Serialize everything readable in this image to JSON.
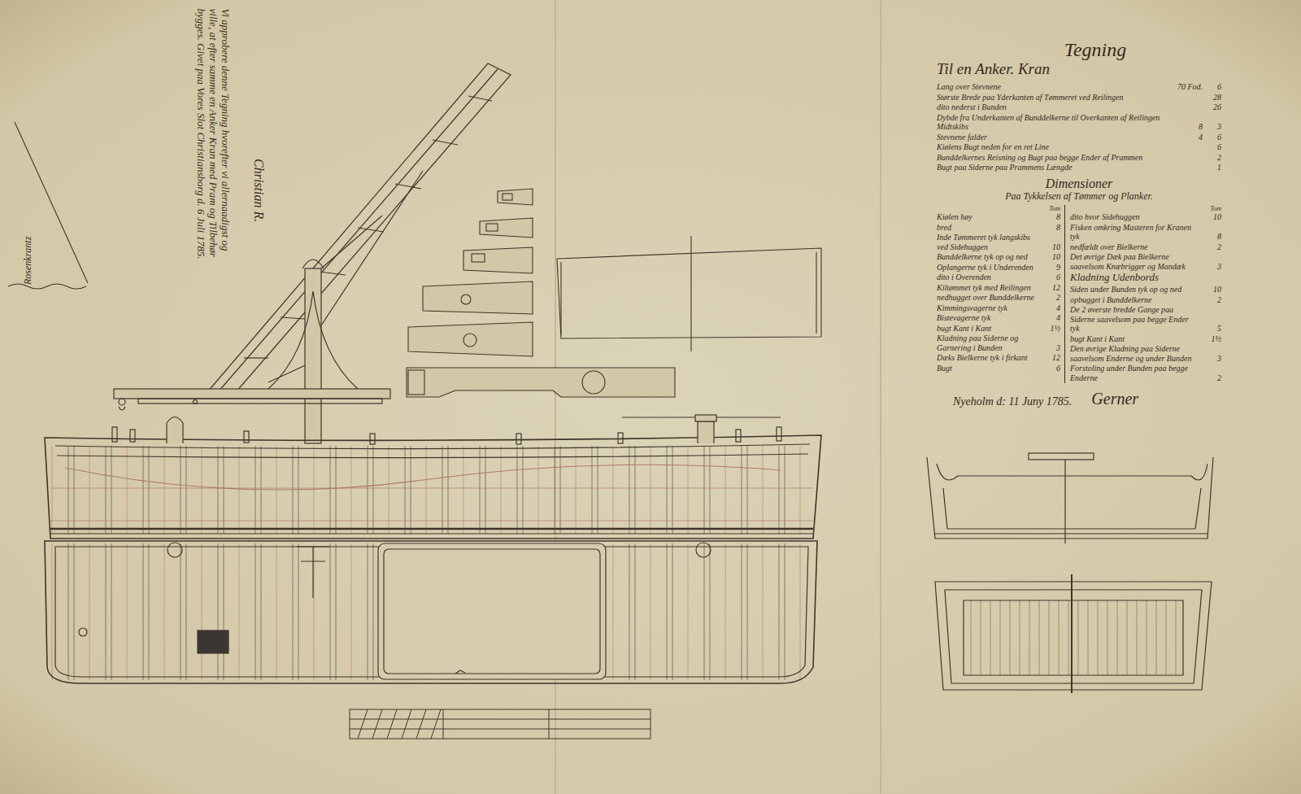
{
  "diagram": {
    "title": "Tegning",
    "labels": [
      "Til en Anker. Kran",
      "Lang over Stevnene",
      "70 Fod.",
      "6",
      "Største Brede paa Yderkanten af Tømmeret ved Reilingen",
      "28",
      "dito nederst i Bunden",
      "26",
      "Dybde fra Underkanten af Bunddelkerne til Overkanten af Reilingen Midtskibs",
      "8",
      "3",
      "Stevnene falder",
      "4",
      "6",
      "Kiølens Bugt neden for en ret Line",
      "6",
      "Bunddelkernes Reisning og Bugt paa begge Ender af Prammen",
      "2",
      "Bugt paa Siderne paa Prammens Længde",
      "1",
      "Dimensioner",
      "Paa Tykkelsen af Tømmer og Planker.",
      "Tom",
      "Kiølen høy",
      "8",
      "bred",
      "8",
      "Inde Tømmeret tyk langskibs ved Sidehuggen",
      "10",
      "Bunddelkerne tyk op og ned",
      "10",
      "Oplangerne tyk i Underenden",
      "9",
      "dito i Overenden",
      "6",
      "Kiltømmet tyk med Reilingen",
      "12",
      "nedhugget over Bunddelkerne",
      "2",
      "Kimmingsvagerne tyk",
      "4",
      "Bistevagerne tyk",
      "4",
      "bugt Kant i Kant",
      "1½",
      "Kladning paa Siderne og Garnering i Bunden",
      "3",
      "Dæks Bielkerne tyk i firkant",
      "12",
      "Bugt",
      "6",
      "Tom",
      "dito hvor Sidehuggen",
      "10",
      "Fisken omkring Masteren for Kranen tyk",
      "8",
      "nedfældt over Bielkerne",
      "2",
      "Det øvrige Dæk paa Bielkerne saavelsom Knæbrigger og Mandæk",
      "3",
      "Kladning Udenbords",
      "Siden under Bunden tyk op og ned",
      "10",
      "opbugget i Bunddelkerne",
      "2",
      "De 2 øverste bredde Gange paa Siderne saavelsom paa begge Ender tyk",
      "5",
      "bugt Kant i Kant",
      "1½",
      "Den øvrige Kladning paa Siderne saavelsom Enderne og under Bunden",
      "3",
      "Forstoling under Bunden paa begge Enderne",
      "2",
      "Nyeholm d: 11 Juny 1785.",
      "Gerner",
      "Vi approbere denne Tegning hvorefter vi allernaadigst og ville, at efter samme en Anker Kran med Pram og Tilbehør bygges. Givet paa Vores Slot Christiansborg d. 6 Juli 1785.",
      "Christian R.",
      "Rosenkrantz"
    ]
  }
}
